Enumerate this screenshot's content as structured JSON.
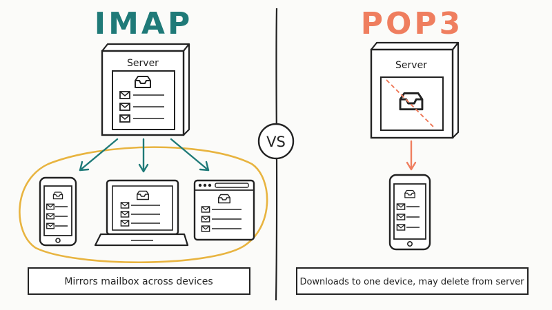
{
  "left": {
    "title": "IMAP",
    "server_label": "Server",
    "caption": "Mirrors mailbox across devices"
  },
  "right": {
    "title": "POP3",
    "server_label": "Server",
    "caption": "Downloads to one device, may delete from server"
  },
  "vs_label": "VS",
  "colors": {
    "imap_title": "#1f7a78",
    "imap_arrow": "#1f7a78",
    "pop3_title": "#ef7e5f",
    "pop3_arrow": "#ef7e5f",
    "group_ring": "#e8b440",
    "ink": "#222222",
    "background": "#fbfbf9"
  },
  "icons": [
    "server-icon",
    "inbox-tray-icon",
    "envelope-icon",
    "phone-icon",
    "laptop-icon",
    "browser-window-icon",
    "arrow-icon"
  ]
}
